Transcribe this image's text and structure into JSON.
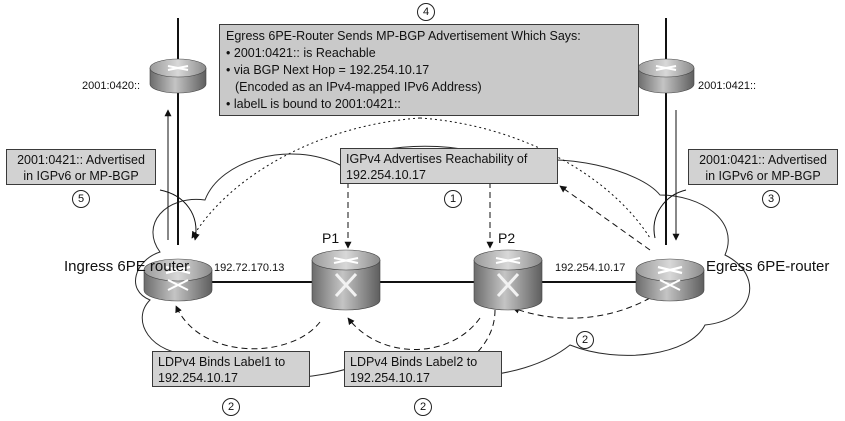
{
  "advertisement": {
    "title": "Egress 6PE-Router Sends MP-BGP Advertisement Which Says:",
    "line1": "2001:0421:: is Reachable",
    "line2": "via BGP Next Hop = 192.254.10.17",
    "line3": "(Encoded as an IPv4-mapped IPv6 Address)",
    "line4": "labelL is bound to 2001:0421::",
    "bullet": "•",
    "step": "4",
    "highlight_color": "#e0301e"
  },
  "igp_box": {
    "line1": "IGPv4 Advertises Reachability of",
    "line2": "192.254.10.17",
    "step": "1"
  },
  "left_adv": {
    "line1": "2001:0421:: Advertised",
    "line2": "in IGPv6 or MP-BGP",
    "step": "5"
  },
  "right_adv": {
    "line1": "2001:0421:: Advertised",
    "line2": "in IGPv6 or MP-BGP",
    "step": "3"
  },
  "ldp1": {
    "line1": "LDPv4 Binds Label1 to",
    "line2": "192.254.10.17",
    "step": "2"
  },
  "ldp2": {
    "line1": "LDPv4 Binds Label2 to",
    "line2": "192.254.10.17",
    "step": "2"
  },
  "step_right_lower": "2",
  "labels": {
    "left_prefix": "2001:0420::",
    "right_prefix": "2001:0421::",
    "ingress_line1": "Ingress",
    "ingress_line2": "6PE router",
    "egress_line1": "Egress",
    "egress_line2": "6PE-router",
    "p1": "P1",
    "p2": "P2",
    "ingress_addr": "192.72.170.13",
    "egress_addr": "192.254.10.17"
  },
  "icons": {
    "router": "router-icon",
    "switch": "label-switch-router-icon"
  }
}
